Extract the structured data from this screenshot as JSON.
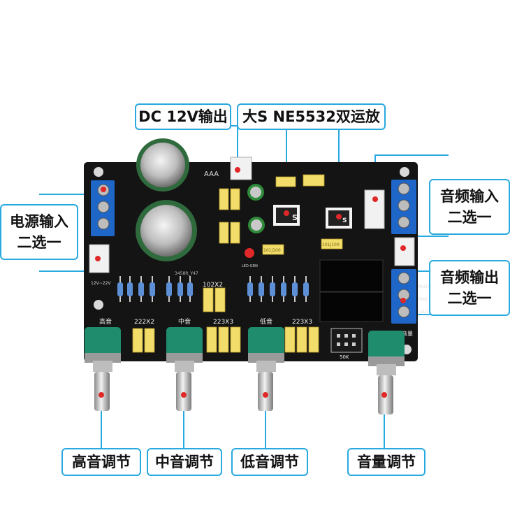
{
  "labels": {
    "dc_output": "DC 12V输出",
    "opamp": "大S NE5532双运放",
    "power_input_line1": "电源输入",
    "power_input_line2": "二选一",
    "audio_input_line1": "音频输入",
    "audio_input_line2": "二选一",
    "audio_output_line1": "音频输出",
    "audio_output_line2": "二选一",
    "treble": "高音调节",
    "mid": "中音调节",
    "bass": "低音调节",
    "volume": "音量调节"
  },
  "board_text": {
    "aaa": "AAA",
    "treble_silk": "高音",
    "mid_silk": "中音",
    "bass_silk": "低音",
    "volume_silk": "音量",
    "cap_222": "222X2",
    "cap_102": "102X2",
    "cap_223a": "223X3",
    "cap_223b": "223X3",
    "voltage": "12V~22V",
    "model": "3458R_Y47",
    "pot_value": "50K",
    "chip": "S",
    "led": "LED-GRN",
    "rout": "ROUT",
    "gnd": "GND",
    "lout": "LOUT",
    "cap_small_a": "101J100",
    "cap_small_b": "101J100"
  },
  "colors": {
    "accent": "#28a9e0",
    "marker": "#e02828",
    "pcb": "#141414",
    "terminal": "#1e66c8",
    "knob": "#1f8c6d",
    "film_cap": "#f2dc6a"
  }
}
